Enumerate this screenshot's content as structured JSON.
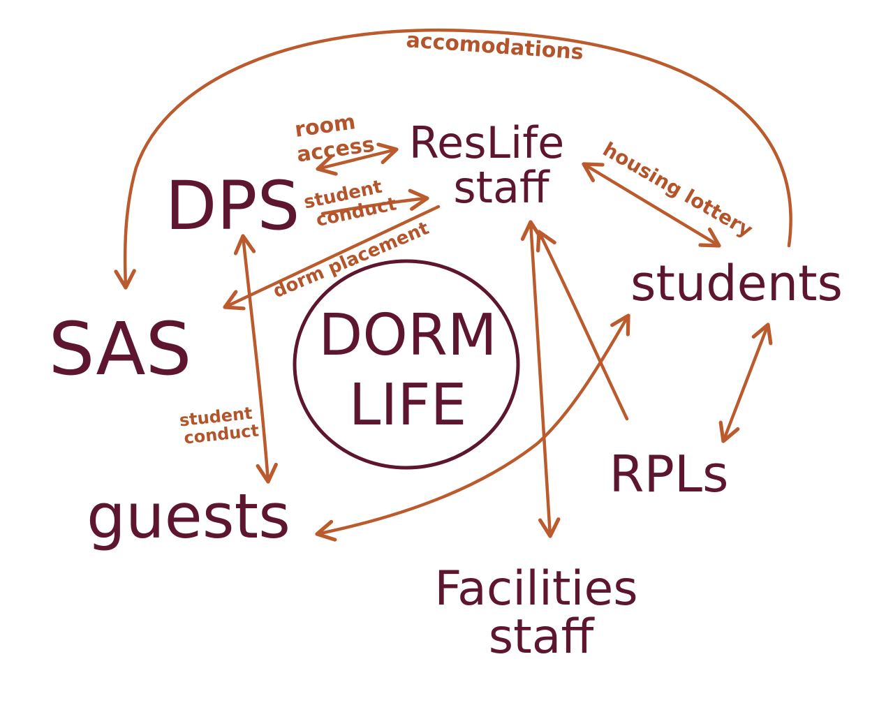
{
  "colors": {
    "node_text": "#5e1530",
    "edge": "#bb5a2c",
    "edge_label": "#b4542a",
    "background": "#ffffff"
  },
  "hub": {
    "lines": [
      "DORM",
      "LIFE"
    ]
  },
  "nodes": {
    "dps": "DPS",
    "reslife_line1": "ResLife",
    "reslife_line2": "staff",
    "sas": "SAS",
    "students": "students",
    "guests": "guests",
    "rpls": "RPLs",
    "facilities_line1": "Facilities",
    "facilities_line2": "staff"
  },
  "edge_labels": {
    "accommodations": "accomodations",
    "room_access_line1": "room",
    "room_access_line2": "access",
    "student_conduct_top_line1": "student",
    "student_conduct_top_line2": "conduct",
    "dorm_placement": "dorm placement",
    "housing_lottery": "housing lottery",
    "student_conduct_left_line1": "student",
    "student_conduct_left_line2": "conduct"
  }
}
